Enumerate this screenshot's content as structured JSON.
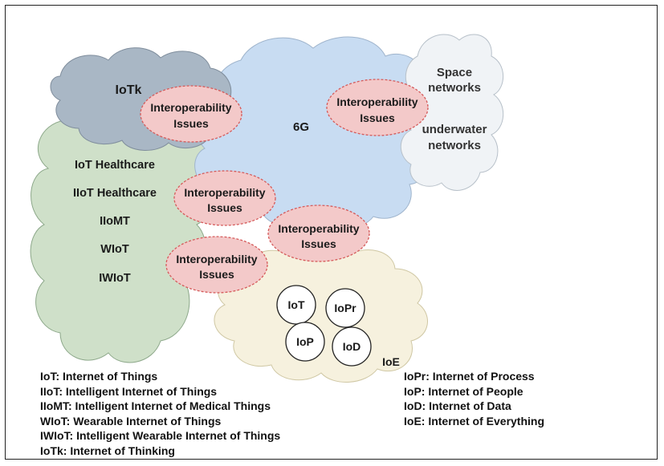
{
  "colors": {
    "iotk_cloud": "#a9b7c5",
    "sixg_cloud": "#c8dcf2",
    "space_cloud": "#f0f3f6",
    "health_cloud": "#cfe0c9",
    "ioe_cloud": "#f6f1de",
    "interop_fill": "#f3c9c9",
    "interop_stroke": "#d55b5b"
  },
  "clouds": {
    "iotk": "IoTk",
    "sixg": "6G",
    "space": [
      "Space",
      "networks"
    ],
    "underwater": [
      "underwater",
      "networks"
    ],
    "health_items": [
      "IoT Healthcare",
      "IIoT Healthcare",
      "IIoMT",
      "WIoT",
      "IWIoT"
    ],
    "ioe": "IoE"
  },
  "interop": [
    "Interoperability",
    "Issues"
  ],
  "circles": [
    "IoT",
    "IoPr",
    "IoP",
    "IoD"
  ],
  "legend_left": [
    "IoT: Internet of Things",
    "IIoT: Intelligent Internet of Things",
    "IIoMT: Intelligent Internet of Medical Things",
    "WIoT: Wearable Internet of Things",
    "IWIoT: Intelligent Wearable Internet of Things",
    "IoTk: Internet of Thinking"
  ],
  "legend_right": [
    "IoPr: Internet of Process",
    "IoP: Internet of People",
    "IoD: Internet of Data",
    "IoE: Internet of Everything"
  ]
}
